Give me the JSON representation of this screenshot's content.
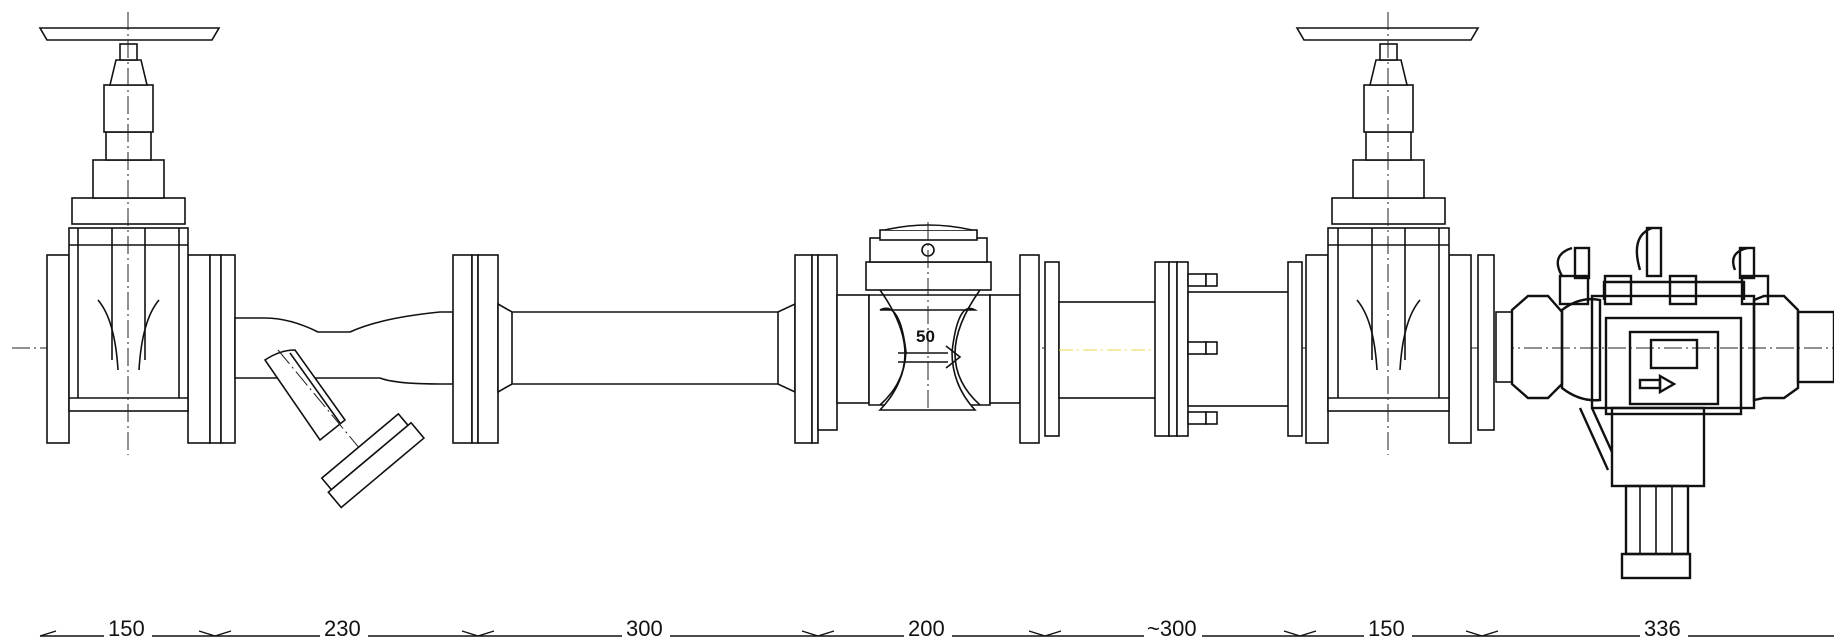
{
  "drawing": {
    "meter_marking": "50",
    "dimensions": [
      "150",
      "230",
      "300",
      "200",
      "~300",
      "150",
      "336"
    ]
  }
}
